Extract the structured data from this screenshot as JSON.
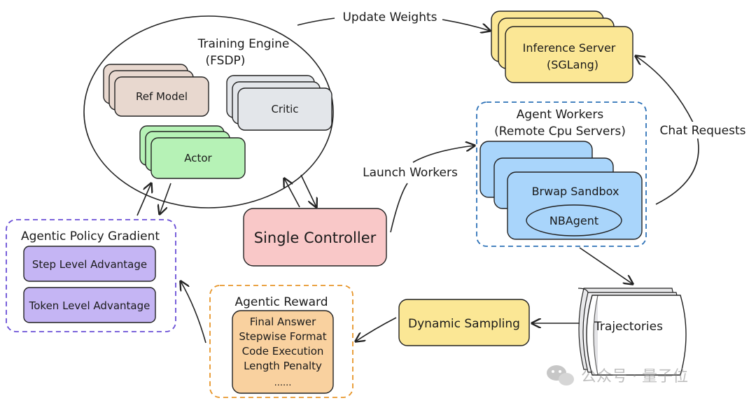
{
  "diagram": {
    "training_engine": {
      "title_line1": "Training Engine",
      "title_line2": "(FSDP)",
      "ref_model": "Ref Model",
      "critic": "Critic",
      "actor": "Actor"
    },
    "update_weights": "Update Weights",
    "inference_server": {
      "line1": "Inference Server",
      "line2": "(SGLang)"
    },
    "agent_workers": {
      "title_line1": "Agent Workers",
      "title_line2": "(Remote Cpu Servers)",
      "sandbox": "Brwap Sandbox",
      "agent": "NBAgent"
    },
    "chat_requests": "Chat Requests",
    "launch_workers": "Launch Workers",
    "single_controller": "Single Controller",
    "policy_gradient": {
      "title": "Agentic Policy Gradient",
      "step_level": "Step Level Advantage",
      "token_level": "Token Level Advantage"
    },
    "agentic_reward": {
      "title": "Agentic Reward",
      "items": [
        "Final Answer",
        "Stepwise Format",
        "Code Execution",
        "Length Penalty",
        "......"
      ]
    },
    "dynamic_sampling": "Dynamic Sampling",
    "trajectories": "Trajectories",
    "watermark": "公众号 · 量子位",
    "colors": {
      "ref_model": "#e8d8cf",
      "critic": "#e3e6ea",
      "actor": "#b6f2b6",
      "inference": "#fbe795",
      "sandbox": "#a9d5fb",
      "controller": "#f9c8c8",
      "advantage": "#c5b5f4",
      "reward": "#f9d19f",
      "sampling": "#fbe795",
      "workers_border": "#2f73b8",
      "policy_border": "#6a4fd6",
      "reward_border": "#e7962a"
    }
  }
}
